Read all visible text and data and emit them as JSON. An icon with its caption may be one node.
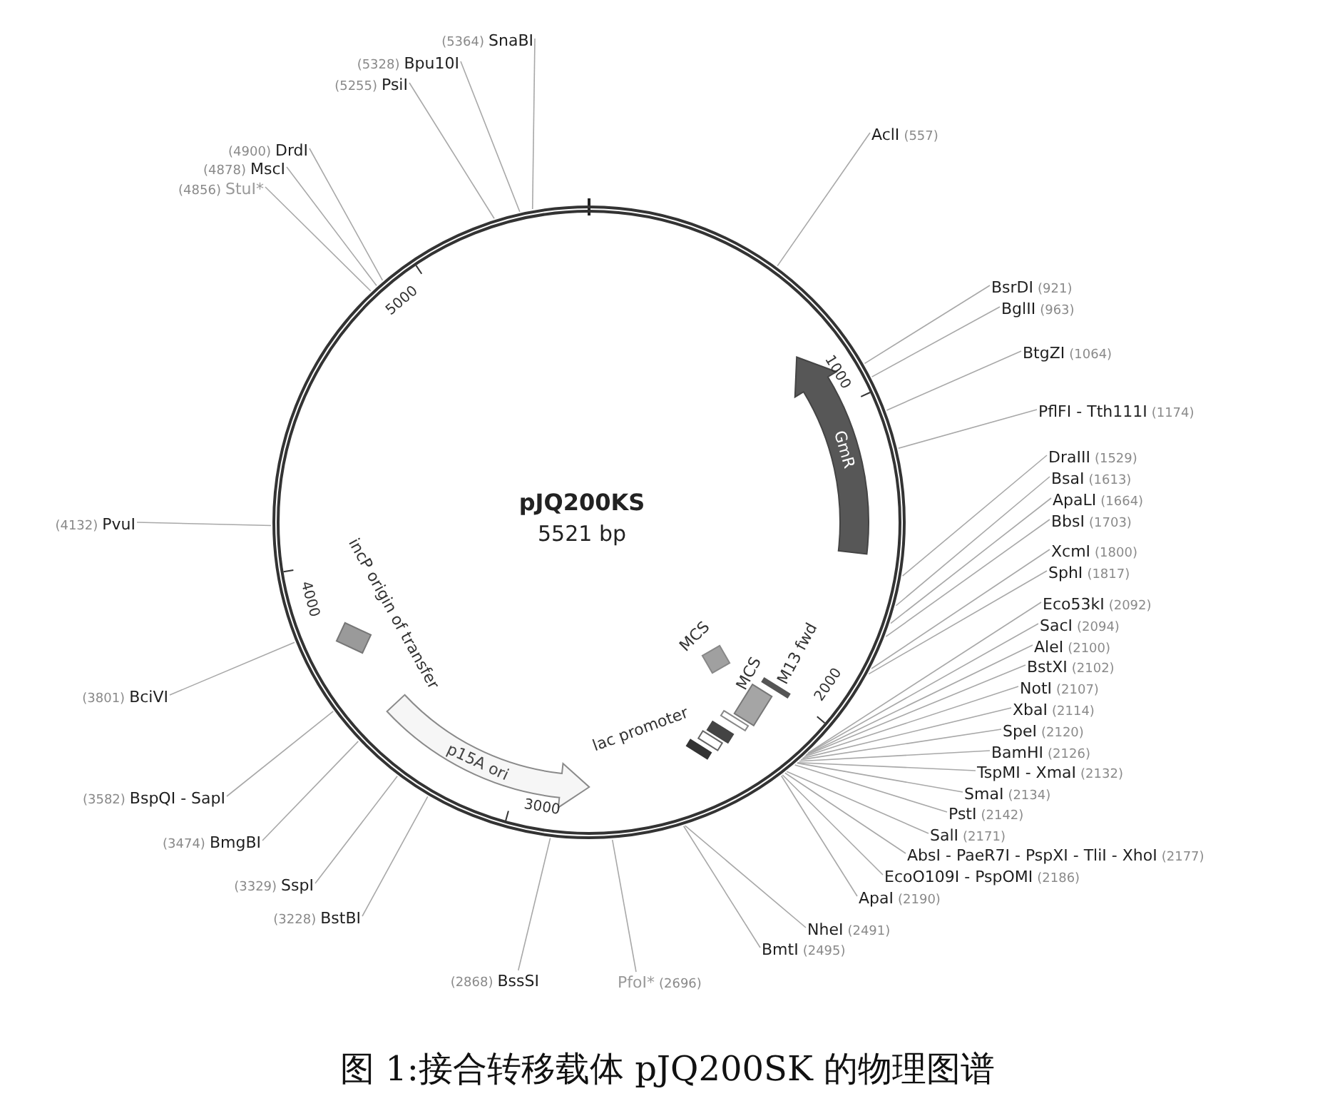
{
  "diagram": {
    "caption": "图 1:接合转移载体 pJQ200SK 的物理图谱",
    "nodes": [
      {
        "text": [
          "pJQ200KS",
          "5521 bp"
        ]
      },
      {
        "text": [
          "GmR"
        ],
        "in": 0
      },
      {
        "text": [
          "p15A ori"
        ],
        "in": 0
      },
      {
        "text": [
          "AclI",
          "(557)"
        ]
      },
      {
        "text": [
          "BsrDI",
          "(921)"
        ]
      },
      {
        "text": [
          "BglII",
          "(963)"
        ]
      },
      {
        "text": [
          "BtgZI",
          "(1064)"
        ]
      },
      {
        "text": [
          "PflFI - Tth111I",
          "(1174)"
        ]
      },
      {
        "text": [
          "DraIII",
          "(1529)"
        ]
      },
      {
        "text": [
          "BsaI",
          "(1613)"
        ]
      },
      {
        "text": [
          "ApaLI",
          "(1664)"
        ]
      },
      {
        "text": [
          "BbsI",
          "(1703)"
        ]
      },
      {
        "text": [
          "XcmI",
          "(1800)"
        ]
      },
      {
        "text": [
          "SphI",
          "(1817)"
        ]
      },
      {
        "text": [
          "Eco53kI",
          "(2092)"
        ]
      },
      {
        "text": [
          "SacI",
          "(2094)"
        ]
      },
      {
        "text": [
          "AleI",
          "(2100)"
        ]
      },
      {
        "text": [
          "BstXI",
          "(2102)"
        ]
      },
      {
        "text": [
          "NotI",
          "(2107)"
        ]
      },
      {
        "text": [
          "XbaI",
          "(2114)"
        ]
      },
      {
        "text": [
          "SpeI",
          "(2120)"
        ]
      },
      {
        "text": [
          "BamHI",
          "(2126)"
        ]
      },
      {
        "text": [
          "TspMI - XmaI",
          "(2132)"
        ]
      },
      {
        "text": [
          "SmaI",
          "(2134)"
        ]
      },
      {
        "text": [
          "PstI",
          "(2142)"
        ]
      },
      {
        "text": [
          "SalI",
          "(2171)"
        ]
      },
      {
        "text": [
          "AbsI - PaeR7I - PspXI - TliI - XhoI",
          "(2177)"
        ]
      },
      {
        "text": [
          "EcoO109I - PspOMI",
          "(2186)"
        ]
      },
      {
        "text": [
          "ApaI",
          "(2190)"
        ]
      },
      {
        "text": [
          "NheI",
          "(2491)"
        ]
      },
      {
        "text": [
          "BmtI",
          "(2495)"
        ]
      },
      {
        "text": [
          "PfoI*",
          "(2696)"
        ]
      },
      {
        "text": [
          "(2868)",
          "BssSI"
        ]
      },
      {
        "text": [
          "(3228)",
          "BstBI"
        ]
      },
      {
        "text": [
          "(3329)",
          "SspI"
        ]
      },
      {
        "text": [
          "(3474)",
          "BmgBI"
        ]
      },
      {
        "text": [
          "(3582)",
          "BspQI - SapI"
        ]
      },
      {
        "text": [
          "(3801)",
          "BciVI"
        ]
      },
      {
        "text": [
          "(4132)",
          "PvuI"
        ]
      },
      {
        "text": [
          "(4856)",
          "StuI*"
        ]
      },
      {
        "text": [
          "(4878)",
          "MscI"
        ]
      },
      {
        "text": [
          "(4900)",
          "DrdI"
        ]
      },
      {
        "text": [
          "(5255)",
          "PsiI"
        ]
      },
      {
        "text": [
          "(5328)",
          "Bpu10I"
        ]
      },
      {
        "text": [
          "(5364)",
          "SnaBI"
        ]
      }
    ],
    "edges": [
      {
        "from": 3,
        "to": 0,
        "arrow": "none"
      },
      {
        "from": 4,
        "to": 0,
        "arrow": "none"
      },
      {
        "from": 5,
        "to": 0,
        "arrow": "none"
      },
      {
        "from": 6,
        "to": 0,
        "arrow": "none"
      },
      {
        "from": 7,
        "to": 0,
        "arrow": "none"
      },
      {
        "from": 8,
        "to": 0,
        "arrow": "none"
      },
      {
        "from": 9,
        "to": 0,
        "arrow": "none"
      },
      {
        "from": 10,
        "to": 0,
        "arrow": "none"
      },
      {
        "from": 11,
        "to": 0,
        "arrow": "none"
      },
      {
        "from": 12,
        "to": 0,
        "arrow": "none"
      },
      {
        "from": 13,
        "to": 0,
        "arrow": "none"
      },
      {
        "from": 14,
        "to": 0,
        "arrow": "none"
      },
      {
        "from": 15,
        "to": 0,
        "arrow": "none"
      },
      {
        "from": 16,
        "to": 0,
        "arrow": "none"
      },
      {
        "from": 17,
        "to": 0,
        "arrow": "none"
      },
      {
        "from": 18,
        "to": 0,
        "arrow": "none"
      },
      {
        "from": 19,
        "to": 0,
        "arrow": "none"
      },
      {
        "from": 20,
        "to": 0,
        "arrow": "none"
      },
      {
        "from": 21,
        "to": 0,
        "arrow": "none"
      },
      {
        "from": 22,
        "to": 0,
        "arrow": "none"
      },
      {
        "from": 23,
        "to": 0,
        "arrow": "none"
      },
      {
        "from": 24,
        "to": 0,
        "arrow": "none"
      },
      {
        "from": 25,
        "to": 0,
        "arrow": "none"
      },
      {
        "from": 26,
        "to": 0,
        "arrow": "none"
      },
      {
        "from": 27,
        "to": 0,
        "arrow": "none"
      },
      {
        "from": 28,
        "to": 0,
        "arrow": "none"
      },
      {
        "from": 29,
        "to": 0,
        "arrow": "none"
      },
      {
        "from": 30,
        "to": 0,
        "arrow": "none"
      },
      {
        "from": 31,
        "to": 0,
        "arrow": "none"
      },
      {
        "from": 32,
        "to": 0,
        "arrow": "none"
      },
      {
        "from": 33,
        "to": 0,
        "arrow": "none"
      },
      {
        "from": 34,
        "to": 0,
        "arrow": "none"
      },
      {
        "from": 35,
        "to": 0,
        "arrow": "none"
      },
      {
        "from": 36,
        "to": 0,
        "arrow": "none"
      },
      {
        "from": 37,
        "to": 0,
        "arrow": "none"
      },
      {
        "from": 38,
        "to": 0,
        "arrow": "none"
      },
      {
        "from": 39,
        "to": 0,
        "arrow": "none"
      },
      {
        "from": 40,
        "to": 0,
        "arrow": "none"
      },
      {
        "from": 41,
        "to": 0,
        "arrow": "none"
      },
      {
        "from": 42,
        "to": 0,
        "arrow": "none"
      },
      {
        "from": 43,
        "to": 0,
        "arrow": "none"
      },
      {
        "from": 44,
        "to": 0,
        "arrow": "none"
      }
    ],
    "labels": [
      "1000",
      "2000",
      "3000",
      "4000",
      "5000",
      "incP origin of transfer",
      "MCS",
      "MCS",
      "M13 fwd",
      "lac promoter"
    ]
  }
}
